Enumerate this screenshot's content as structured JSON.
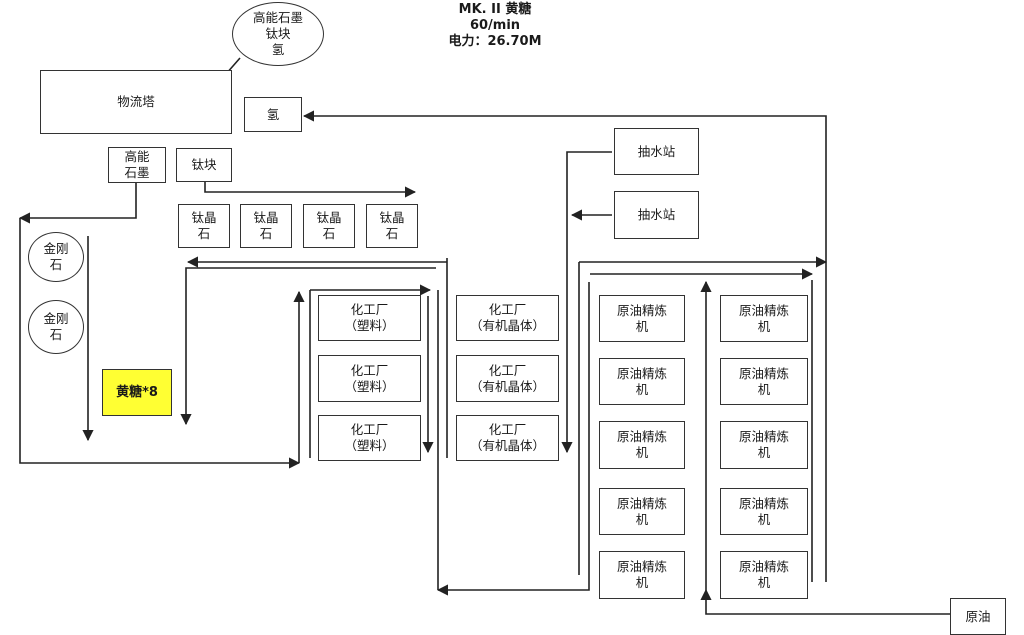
{
  "header": {
    "line1": "MK. II  黄糖",
    "line2": "60/min",
    "line3": "电力：26.70M"
  },
  "callout": {
    "text": "高能石墨\n钛块\n氢"
  },
  "logistics_tower": {
    "label": "物流塔"
  },
  "hydrogen": {
    "label": "氢"
  },
  "graphene": {
    "label": "高能\n石墨"
  },
  "titanium_block": {
    "label": "钛块"
  },
  "titanium_crystals": [
    "钛晶\n石",
    "钛晶\n石",
    "钛晶\n石",
    "钛晶\n石"
  ],
  "diamonds": [
    "金刚\n石",
    "金刚\n石"
  ],
  "target": {
    "label": "黄糖*8"
  },
  "chem_plastic": [
    "化工厂\n（塑料）",
    "化工厂\n（塑料）",
    "化工厂\n（塑料）"
  ],
  "chem_organic": [
    "化工厂\n（有机晶体）",
    "化工厂\n（有机晶体）",
    "化工厂\n（有机晶体）"
  ],
  "water_pumps": [
    "抽水站",
    "抽水站"
  ],
  "refinery_col1": [
    "原油精炼\n机",
    "原油精炼\n机",
    "原油精炼\n机",
    "原油精炼\n机",
    "原油精炼\n机"
  ],
  "refinery_col2": [
    "原油精炼\n机",
    "原油精炼\n机",
    "原油精炼\n机",
    "原油精炼\n机",
    "原油精炼\n机"
  ],
  "crude_oil": {
    "label": "原油"
  }
}
